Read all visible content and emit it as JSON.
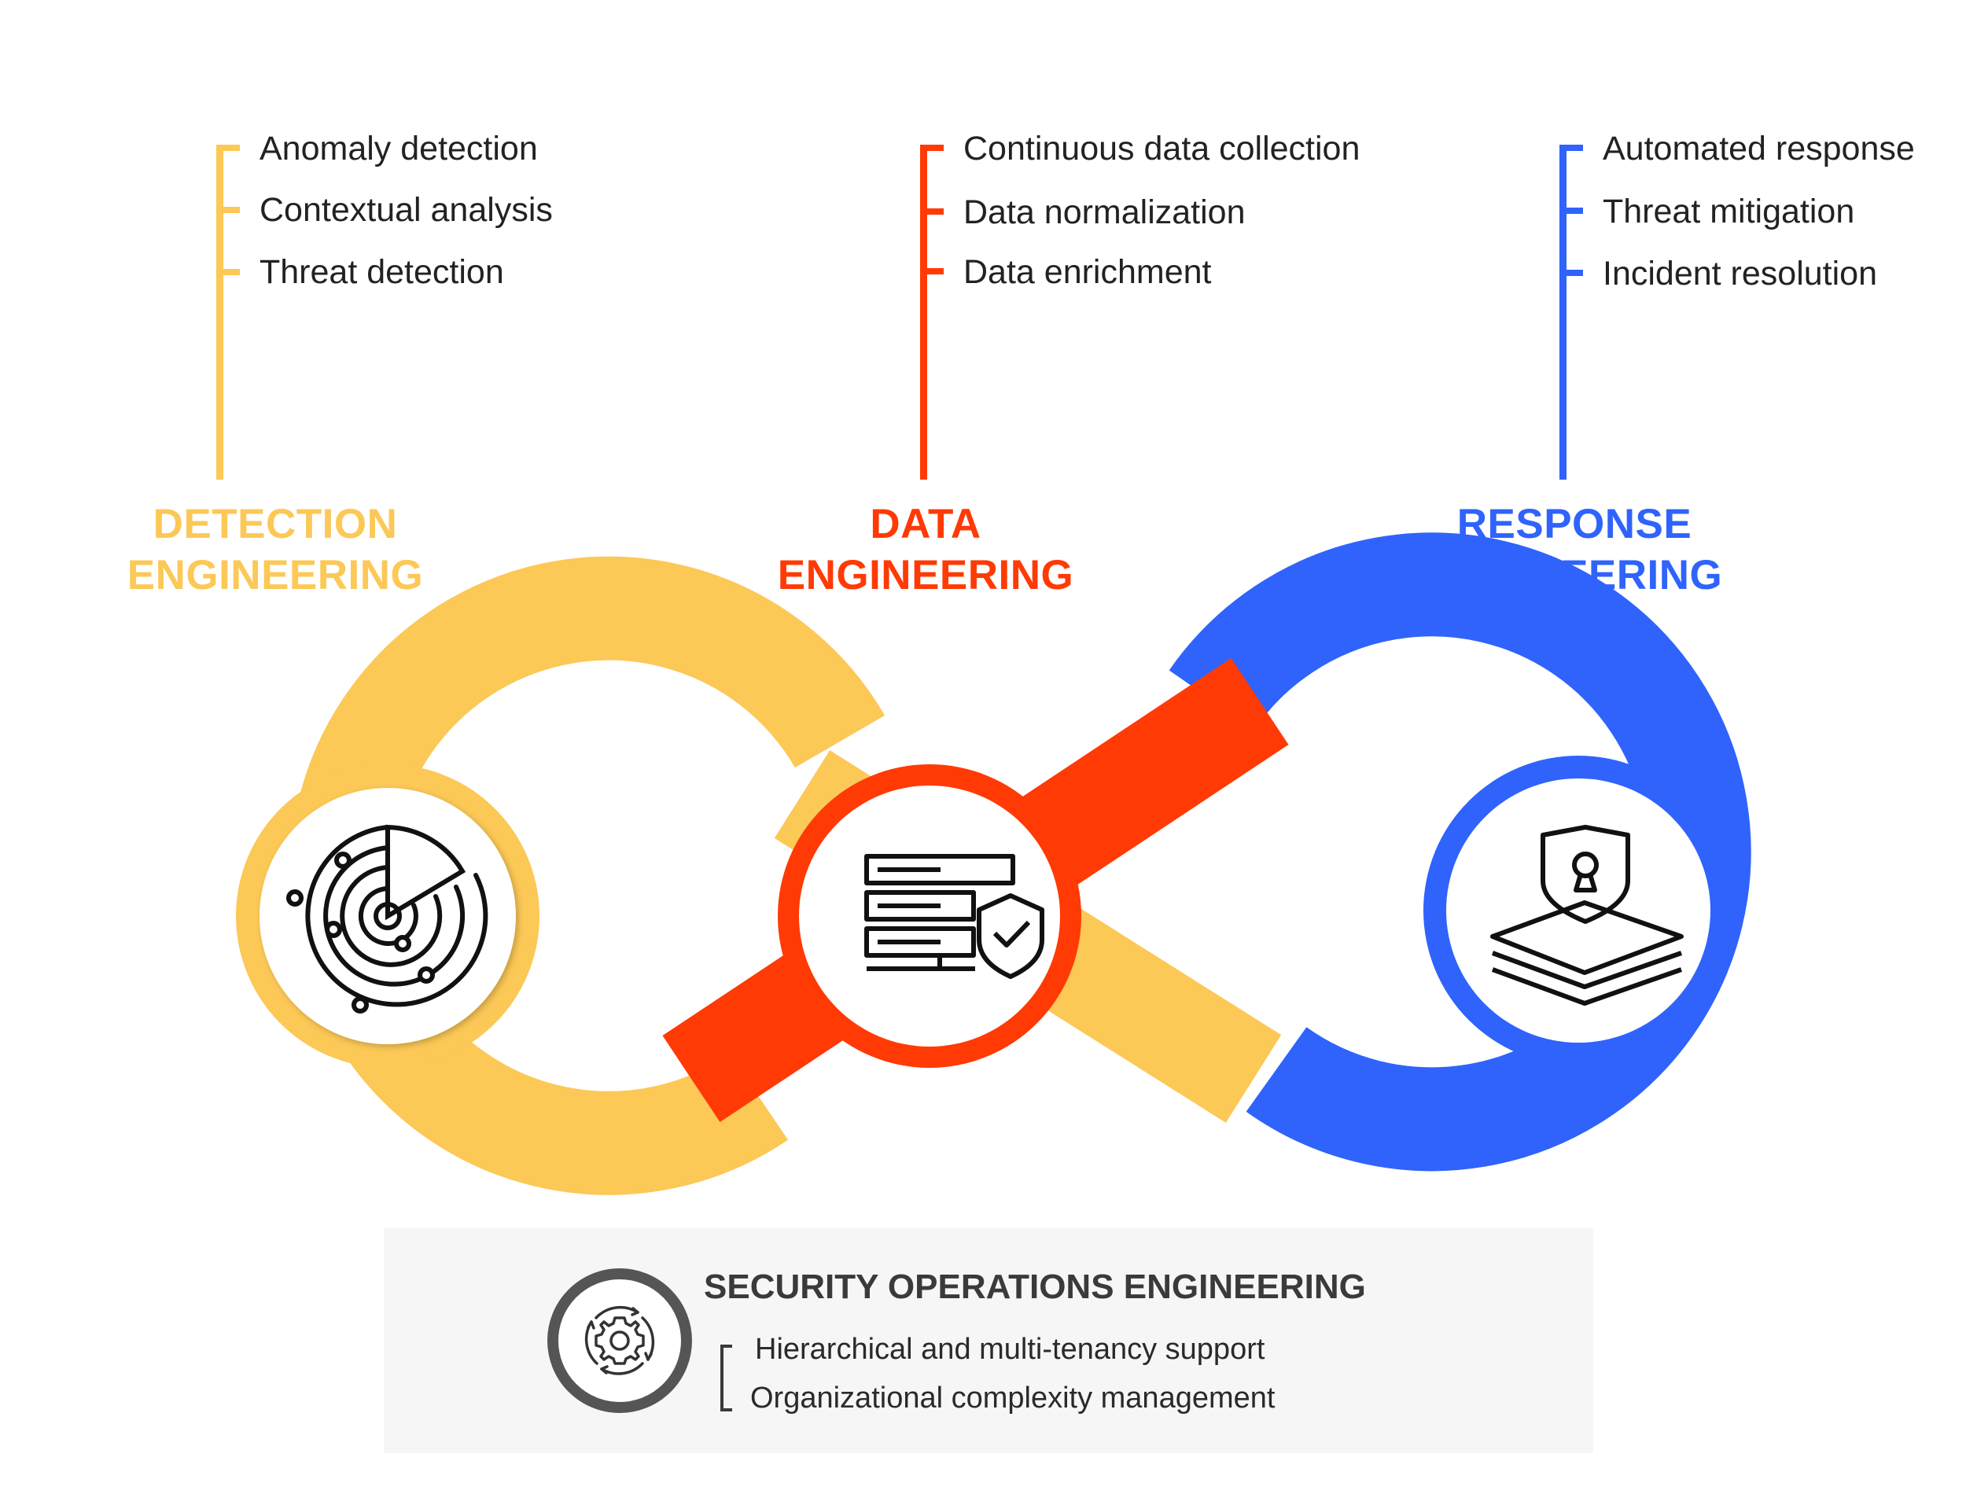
{
  "pillars": [
    {
      "title_line1": "DETECTION",
      "title_line2": "ENGINEERING",
      "color": "#fcc856",
      "items": [
        "Anomaly detection",
        "Contextual analysis",
        "Threat detection"
      ],
      "icon": "radar-icon"
    },
    {
      "title_line1": "DATA",
      "title_line2": "ENGINEERING",
      "color": "#ff3a05",
      "items": [
        "Continuous data collection",
        "Data normalization",
        "Data enrichment"
      ],
      "icon": "server-shield-icon"
    },
    {
      "title_line1": "RESPONSE",
      "title_line2": "ENGINEERING",
      "color": "#2f63fc",
      "items": [
        "Automated response",
        "Threat mitigation",
        "Incident resolution"
      ],
      "icon": "lock-shield-layers-icon"
    }
  ],
  "operations": {
    "title": "SECURITY OPERATIONS ENGINEERING",
    "items": [
      "Hierarchical and multi-tenancy support",
      "Organizational complexity management"
    ],
    "icon": "gear-cycle-icon",
    "color": "#555555"
  }
}
